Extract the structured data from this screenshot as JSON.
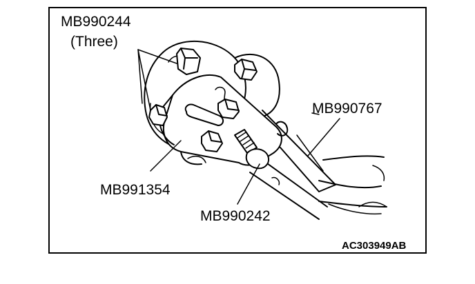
{
  "callouts": {
    "mb990244": "MB990244",
    "mb990244_qty": "(Three)",
    "mb990767": "MB990767",
    "mb991354": "MB991354",
    "mb990242": "MB990242"
  },
  "figure_code": "AC303949AB"
}
